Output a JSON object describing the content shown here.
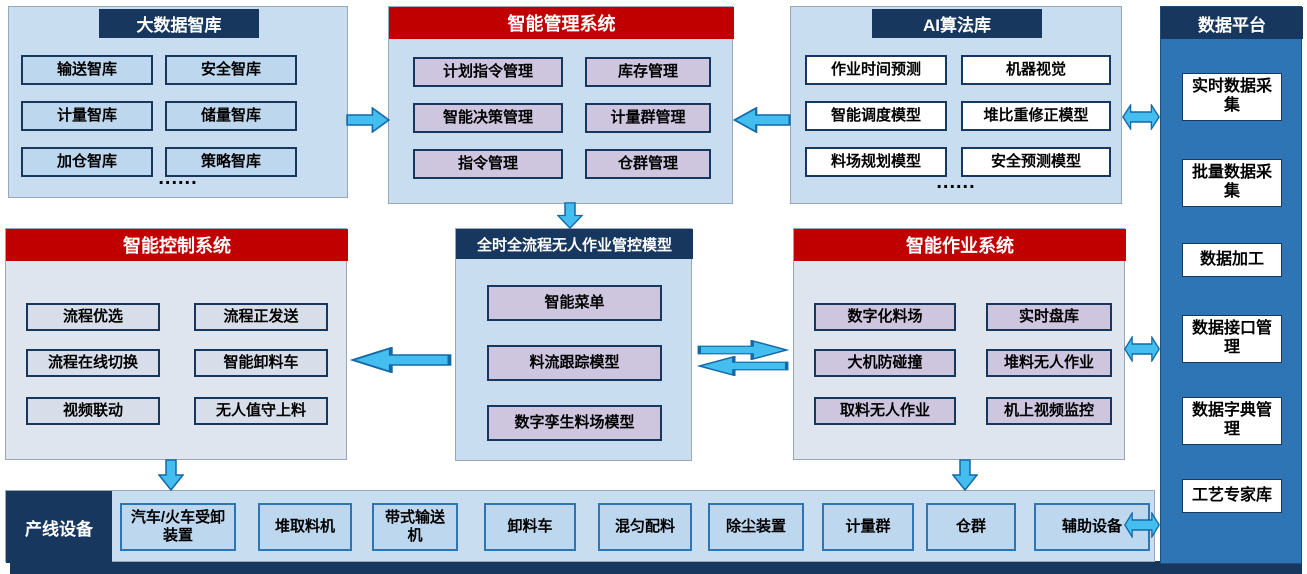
{
  "colors": {
    "navy": "#17375E",
    "red": "#C00000",
    "panel_blue": "#C9DDF1",
    "panel_gray": "#DEE5EE",
    "box_blue": "#BDD7EE",
    "box_lavender": "#CEC5DF",
    "box_control": "#D8DEE9",
    "platform_blue": "#2E75B6",
    "arrow_fill": "#44BEEF",
    "arrow_stroke": "#1368A8"
  },
  "panels": {
    "big_data": {
      "title": "大数据智库",
      "items": [
        "输送智库",
        "安全智库",
        "计量智库",
        "储量智库",
        "加仓智库",
        "策略智库"
      ],
      "ellipsis": "......"
    },
    "management": {
      "title": "智能管理系统",
      "items": [
        "计划指令管理",
        "库存管理",
        "智能决策管理",
        "计量群管理",
        "指令管理",
        "仓群管理"
      ]
    },
    "ai_library": {
      "title": "AI算法库",
      "items": [
        "作业时间预测",
        "机器视觉",
        "智能调度模型",
        "堆比重修正模型",
        "料场规划模型",
        "安全预测模型"
      ],
      "ellipsis": "......"
    },
    "data_platform": {
      "title": "数据平台",
      "items": [
        "实时数据采集",
        "批量数据采集",
        "数据加工",
        "数据接口管理",
        "数据字典管理",
        "工艺专家库"
      ]
    },
    "control": {
      "title": "智能控制系统",
      "items": [
        "流程优选",
        "流程正发送",
        "流程在线切换",
        "智能卸料车",
        "视频联动",
        "无人值守上料"
      ]
    },
    "model": {
      "title": "全时全流程无人作业管控模型",
      "items": [
        "智能菜单",
        "料流跟踪模型",
        "数字孪生料场模型"
      ]
    },
    "operation": {
      "title": "智能作业系统",
      "items": [
        "数字化料场",
        "实时盘库",
        "大机防碰撞",
        "堆料无人作业",
        "取料无人作业",
        "机上视频监控"
      ]
    },
    "equipment": {
      "title": "产线设备",
      "items": [
        "汽车/火车受卸装置",
        "堆取料机",
        "带式输送机",
        "卸料车",
        "混匀配料",
        "除尘装置",
        "计量群",
        "仓群",
        "辅助设备"
      ]
    }
  }
}
